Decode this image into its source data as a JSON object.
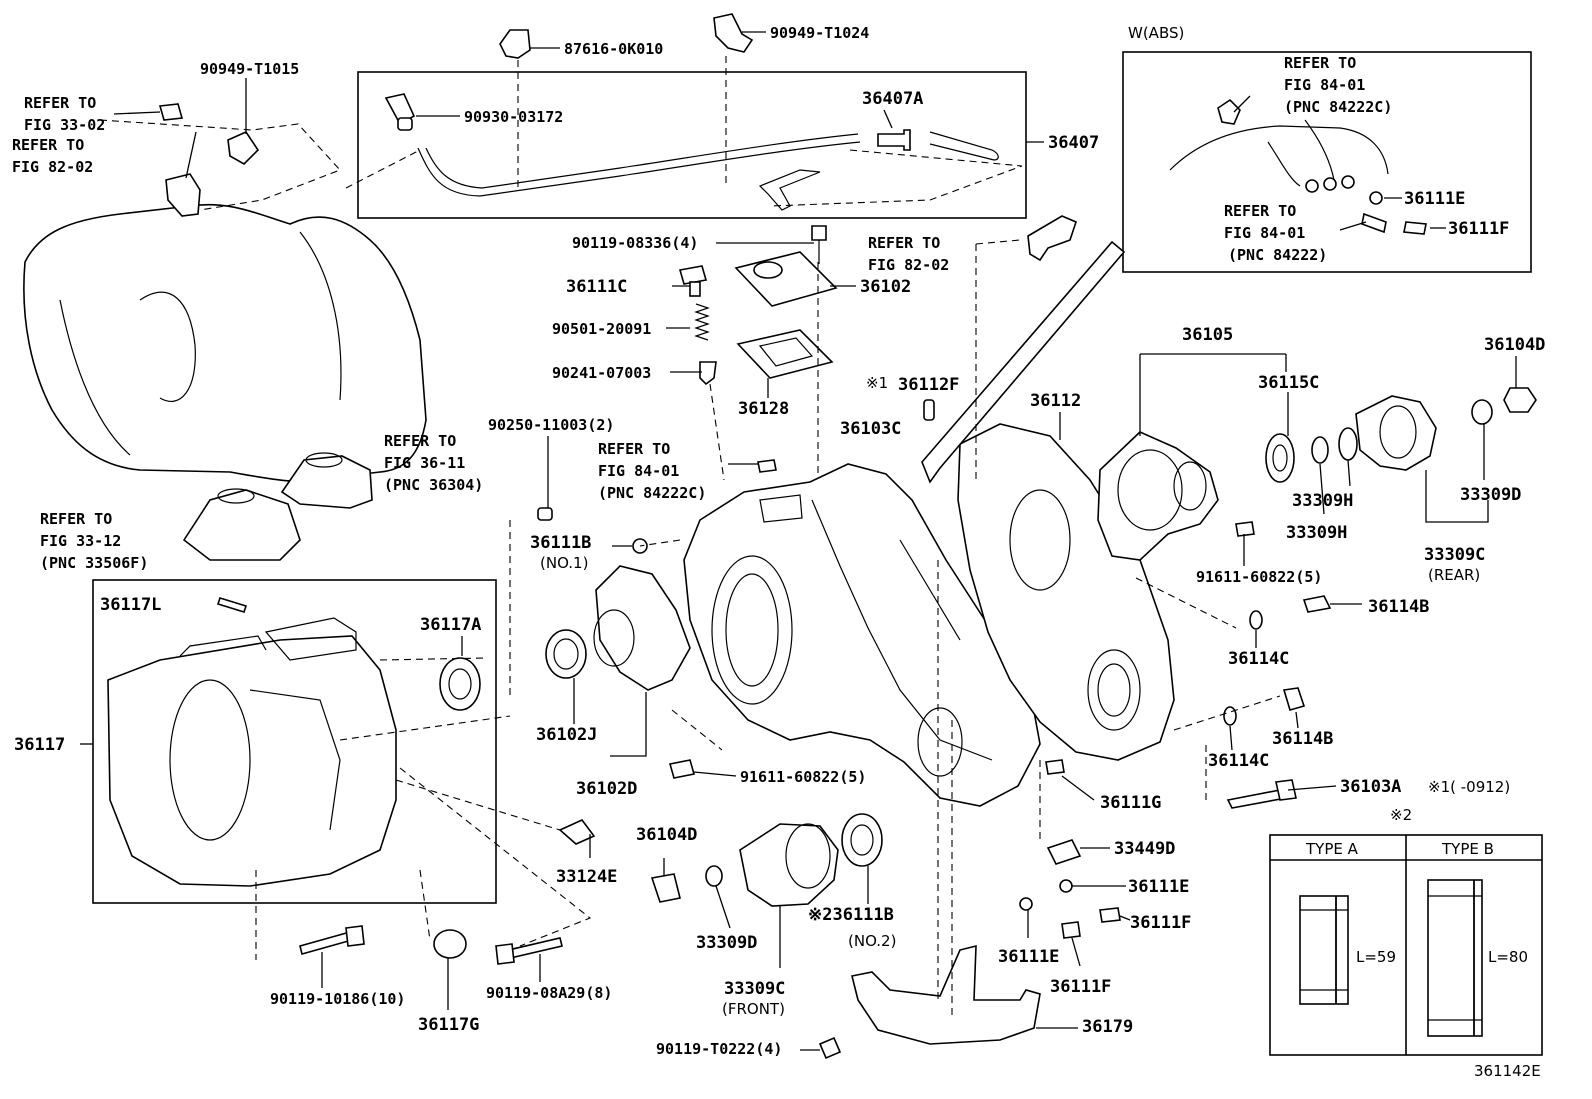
{
  "labels": {
    "refer_33_02": [
      "REFER TO",
      "FIG 33-02"
    ],
    "refer_82_02_left": [
      "REFER TO",
      "FIG 82-02"
    ],
    "p90949_T1015": "90949-T1015",
    "p87616_0K010": "87616-0K010",
    "p90949_T1024": "90949-T1024",
    "p90930_03172": "90930-03172",
    "p36407A": "36407A",
    "p36407": "36407",
    "w_abs": "W(ABS)",
    "refer_84_01_top": [
      "REFER TO",
      "FIG 84-01",
      "(PNC 84222C)"
    ],
    "refer_84_01_abs2": [
      "REFER TO",
      "FIG 84-01",
      "(PNC 84222)"
    ],
    "p36111E_abs": "36111E",
    "p36111F_abs": "36111F",
    "p90119_08336": "90119-08336(4)",
    "refer_82_02_mid": [
      "REFER TO",
      "FIG 82-02"
    ],
    "p36111C": "36111C",
    "p36102": "36102",
    "p90501_20091": "90501-20091",
    "p90241_07003": "90241-07003",
    "p36128": "36128",
    "mark1_36112F": "※1",
    "p36112F": "36112F",
    "p36112": "36112",
    "p36105": "36105",
    "p36104D_r": "36104D",
    "p36115C": "36115C",
    "p36103C": "36103C",
    "p90250_11003": "90250-11003(2)",
    "refer_84_01_mid": [
      "REFER TO",
      "FIG 84-01",
      "(PNC 84222C)"
    ],
    "refer_36_11": [
      "REFER TO",
      "FIG 36-11",
      "(PNC 36304)"
    ],
    "refer_33_12": [
      "REFER TO",
      "FIG 33-12",
      "(PNC 33506F)"
    ],
    "p36111B_1": "36111B",
    "no1": "(NO.1)",
    "p33309H_a": "33309H",
    "p33309H_b": "33309H",
    "p33309D_r": "33309D",
    "p91611_60822_r": "91611-60822(5)",
    "p33309C_r": "33309C",
    "rear": "(REAR)",
    "p36117L": "36117L",
    "p36117A": "36117A",
    "p36114B_a": "36114B",
    "p36114C_a": "36114C",
    "p36117": "36117",
    "p36102J": "36102J",
    "p36114C_b": "36114C",
    "p36114B_b": "36114B",
    "p36102D": "36102D",
    "p91611_60822_m": "91611-60822(5)",
    "p36103A": "36103A",
    "note_0912": "※1(    -0912)",
    "p36111G": "36111G",
    "mark2_top": "※2",
    "p33124E": "33124E",
    "p36104D_f": "36104D",
    "p33449D": "33449D",
    "p36111E_b": "36111E",
    "type_a": "TYPE A",
    "type_b": "TYPE B",
    "len_a": "L=59",
    "len_b": "L=80",
    "p36111B_2": "※236111B",
    "no2": "(NO.2)",
    "p36111F_b": "36111F",
    "p33309D_f": "33309D",
    "p36111E_c": "36111E",
    "p36111F_c": "36111F",
    "p33309C_f": "33309C",
    "front": "(FRONT)",
    "p90119_10186": "90119-10186(10)",
    "p90119_08A29": "90119-08A29(8)",
    "p36117G": "36117G",
    "p36179": "36179",
    "p90119_T0222": "90119-T0222(4)",
    "fig_code": "361142E"
  }
}
